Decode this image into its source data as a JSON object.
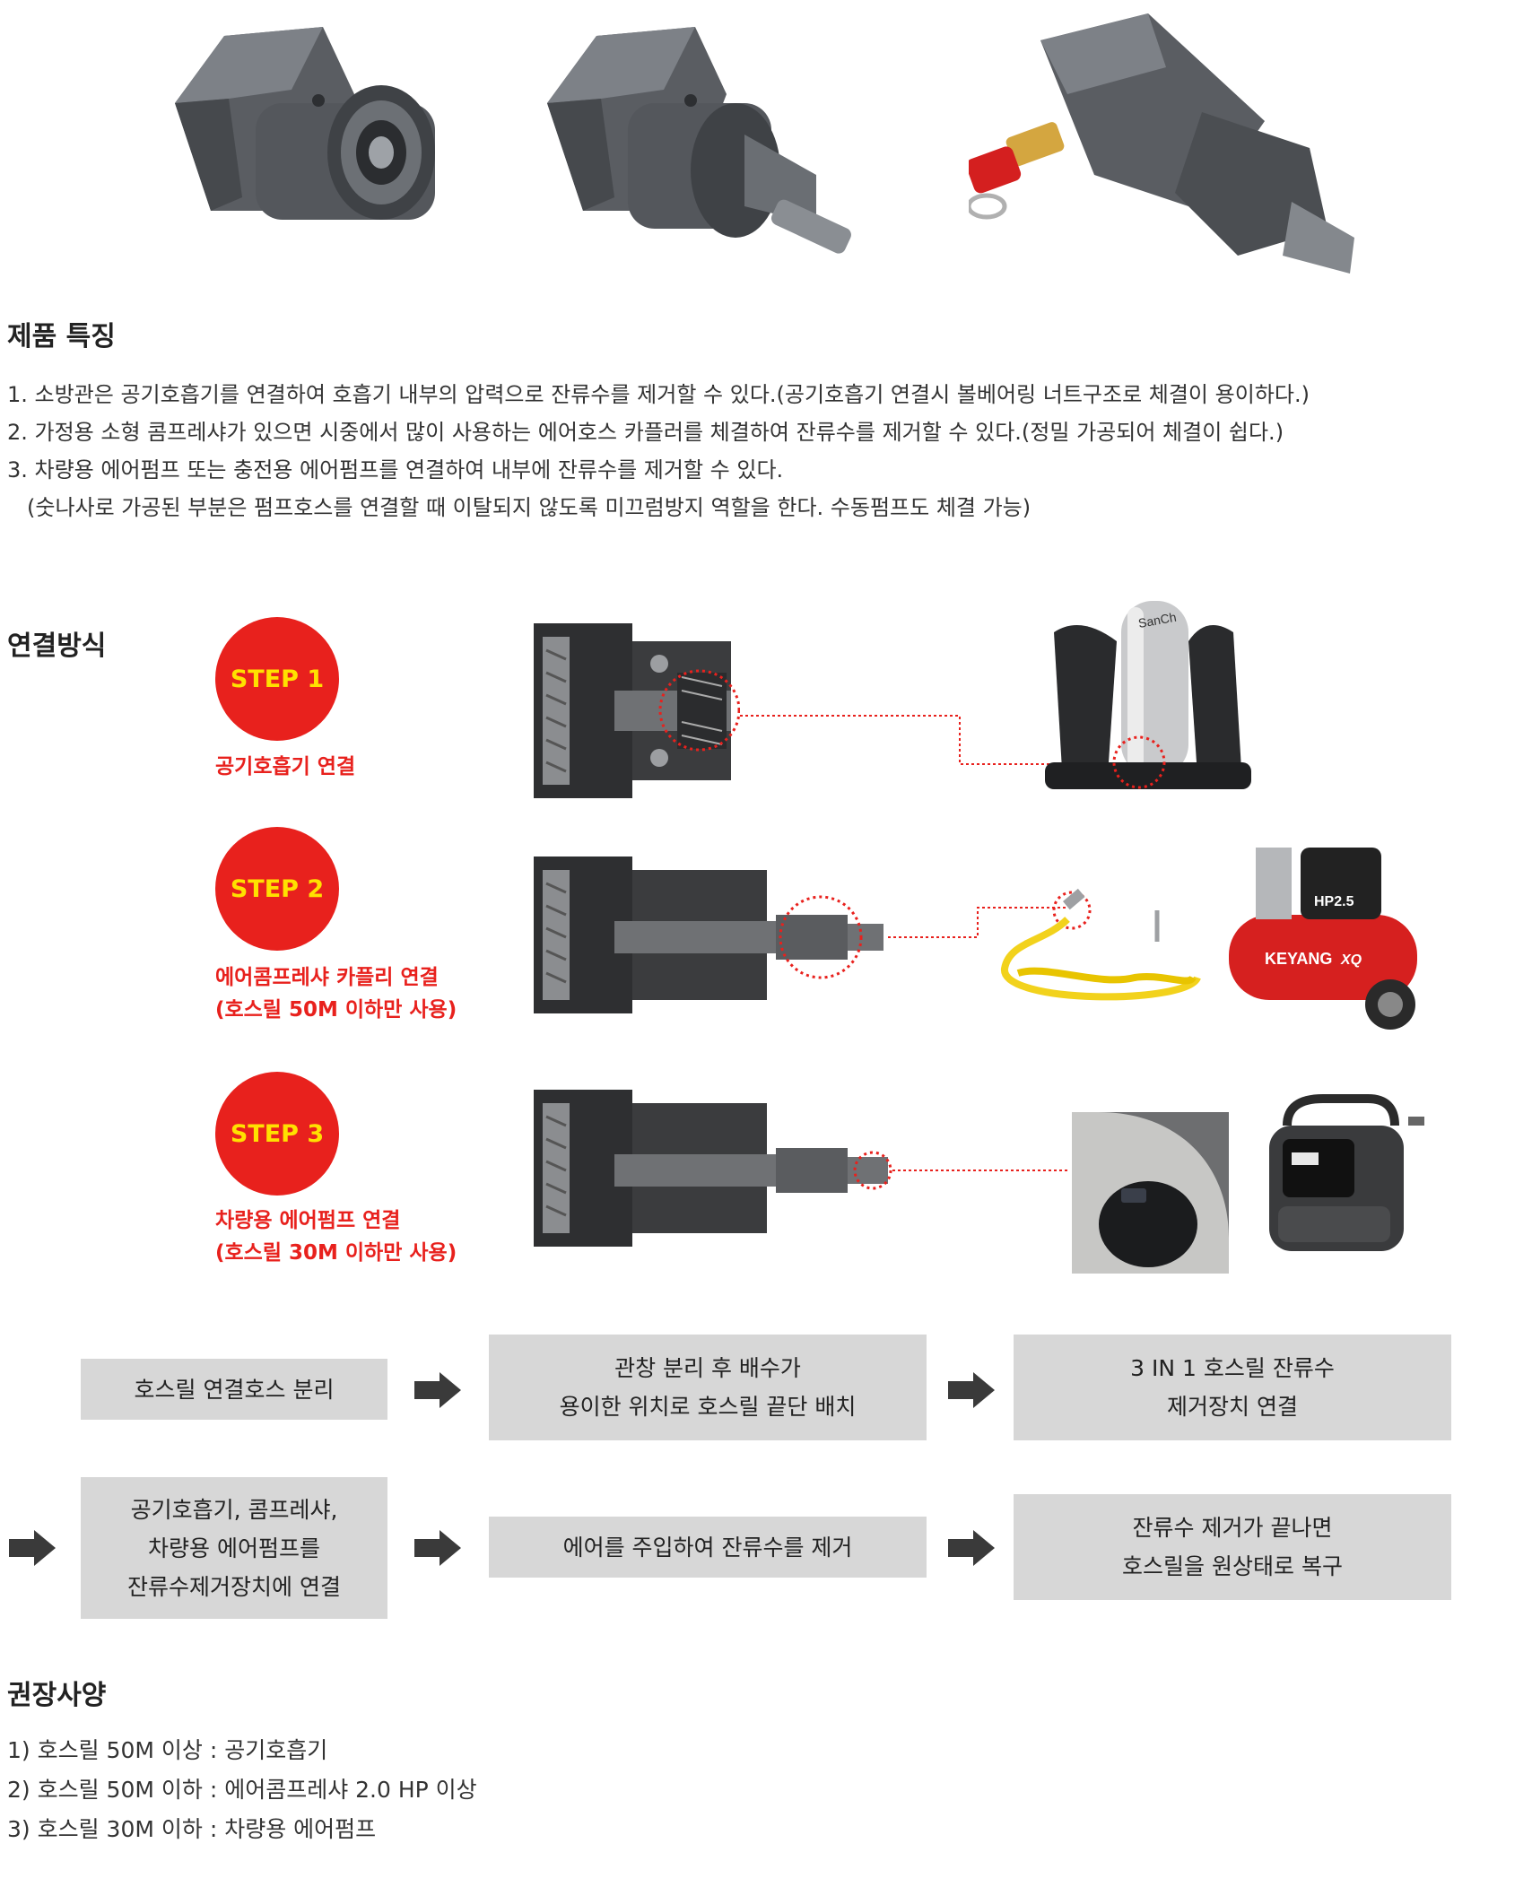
{
  "features": {
    "title": "제품 특징",
    "items": [
      "1. 소방관은 공기호흡기를 연결하여 호흡기 내부의 압력으로 잔류수를 제거할 수 있다.(공기호흡기 연결시 볼베어링 너트구조로 체결이 용이하다.)",
      "2. 가정용 소형 콤프레샤가 있으면 시중에서 많이 사용하는 에어호스 카플러를 체결하여 잔류수를 제거할 수 있다.(정밀 가공되어 체결이 쉽다.)",
      "3. 차량용 에어펌프 또는 충전용 에어펌프를 연결하여 내부에 잔류수를 제거할 수 있다.",
      "(숫나사로 가공된 부분은 펌프호스를 연결할 때 이탈되지 않도록 미끄럼방지 역할을 한다. 수동펌프도 체결 가능)"
    ]
  },
  "connection": {
    "title": "연결방식",
    "steps": [
      {
        "badge": "STEP 1",
        "caption": [
          "공기호흡기 연결"
        ]
      },
      {
        "badge": "STEP 2",
        "caption": [
          "에어콤프레샤 카플리 연결",
          "(호스릴 50M 이하만 사용)"
        ]
      },
      {
        "badge": "STEP 3",
        "caption": [
          "차량용 에어펌프 연결",
          "(호스릴 30M 이하만 사용)"
        ]
      }
    ],
    "compressor_label": "HP2.5",
    "compressor_brand": "KEYANG",
    "compressor_model": "XQ",
    "scba_brand": "SanCh"
  },
  "flow": {
    "box1": "호스릴 연결호스 분리",
    "box2": "관창 분리 후 배수가\n용이한 위치로 호스릴 끝단 배치",
    "box3": "3 IN 1 호스릴 잔류수\n제거장치 연결",
    "box4": "공기호흡기, 콤프레샤,\n차량용 에어펌프를\n잔류수제거장치에 연결",
    "box5": "에어를 주입하여 잔류수를 제거",
    "box6": "잔류수 제거가 끝나면\n호스릴을 원상태로 복구"
  },
  "spec": {
    "title": "권장사양",
    "items": [
      "1) 호스릴 50M 이상 : 공기호흡기",
      "2) 호스릴 50M 이하 : 에어콤프레샤 2.0 HP 이상",
      "3) 호스릴 30M 이하 : 차량용 에어펌프"
    ]
  },
  "colors": {
    "accent_red": "#e8211d",
    "badge_text": "#ffe100",
    "flow_box": "#d7d7d7",
    "arrow": "#3a3a3a"
  }
}
